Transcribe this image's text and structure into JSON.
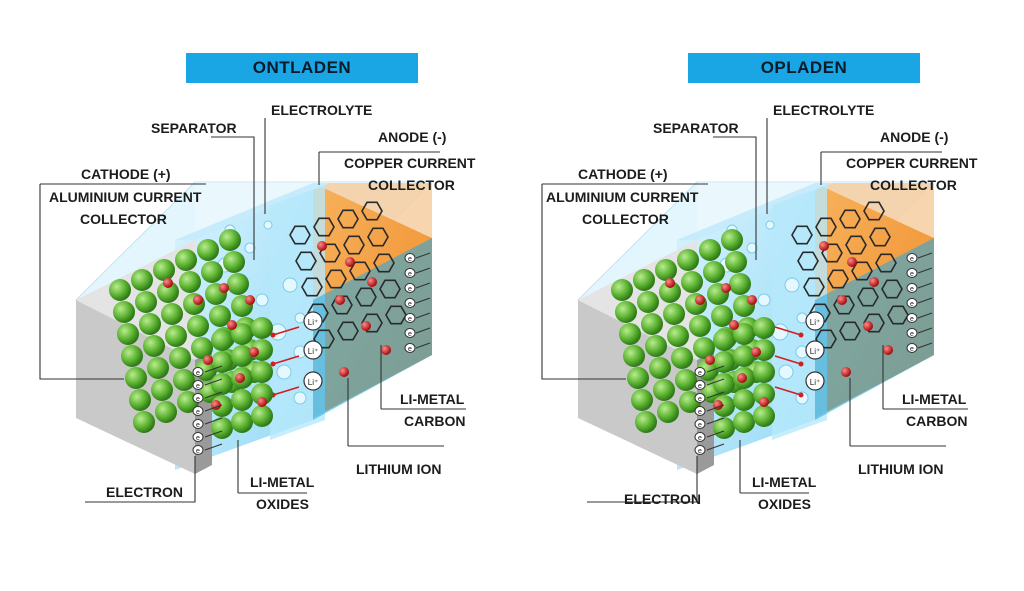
{
  "panels": [
    {
      "title": "ONTLADEN",
      "labels": {
        "separator": "SEPARATOR",
        "electrolyte": "ELECTROLYTE",
        "anode_line1": "ANODE (-)",
        "anode_line2": "COPPER CURRENT",
        "anode_line3": "COLLECTOR",
        "cathode_line1": "CATHODE (+)",
        "cathode_line2": "ALUMINIUM CURRENT",
        "cathode_line3": "COLLECTOR",
        "li_metal_carbon_line1": "LI-METAL",
        "li_metal_carbon_line2": "CARBON",
        "lithium_ion": "LITHIUM ION",
        "electron": "ELECTRON",
        "li_metal_oxides_line1": "LI-METAL",
        "li_metal_oxides_line2": "OXIDES"
      },
      "ion_symbol": "Li⁺",
      "electron_symbol": "e",
      "ion_direction": "left"
    },
    {
      "title": "OPLADEN",
      "labels": {
        "separator": "SEPARATOR",
        "electrolyte": "ELECTROLYTE",
        "anode_line1": "ANODE (-)",
        "anode_line2": "COPPER CURRENT",
        "anode_line3": "COLLECTOR",
        "cathode_line1": "CATHODE (+)",
        "cathode_line2": "ALUMINIUM CURRENT",
        "cathode_line3": "COLLECTOR",
        "li_metal_carbon_line1": "LI-METAL",
        "li_metal_carbon_line2": "CARBON",
        "lithium_ion": "LITHIUM ION",
        "electron": "ELECTRON",
        "li_metal_oxides_line1": "LI-METAL",
        "li_metal_oxides_line2": "OXIDES"
      },
      "ion_symbol": "Li⁺",
      "electron_symbol": "e",
      "ion_direction": "right"
    }
  ],
  "colors": {
    "banner": "#1aa6e4",
    "collector_front": "#c9c9c9",
    "collector_side": "#9a9a9a",
    "cathode_particle": "#5cb332",
    "electrolyte": "#8fd8f5",
    "anode": "#f08c2c",
    "ion": "#e01b1b",
    "graphite": "#2a2a2a"
  }
}
